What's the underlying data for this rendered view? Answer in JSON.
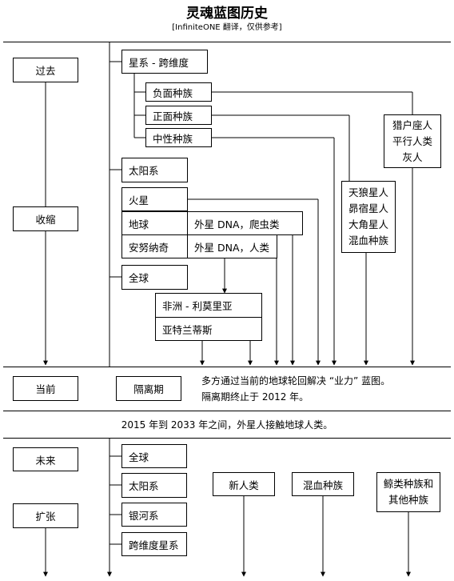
{
  "title": "灵魂蓝图历史",
  "subtitle": "[InfiniteONE 翻译，仅供参考]",
  "eras": {
    "past": "过去",
    "contraction": "收缩",
    "present": "当前",
    "future": "未来",
    "expansion": "扩张"
  },
  "past": {
    "star_system": "星系 - 跨维度",
    "negative_races": "负面种族",
    "positive_races": "正面种族",
    "neutral_races": "中性种族",
    "solar_system": "太阳系",
    "mars": "火星",
    "earth": "地球",
    "earth_note": "外星 DNA，爬虫类",
    "anunnaki": "安努纳奇",
    "anunnaki_note": "外星 DNA，人类",
    "global": "全球",
    "africa_lemuria": "非洲 - 利莫里亚",
    "atlantis": "亚特兰蒂斯",
    "group_orion": [
      "猎户座人",
      "平行人类",
      "灰人"
    ],
    "group_sirius": [
      "天狼星人",
      "昴宿星人",
      "大角星人",
      "混血种族"
    ]
  },
  "present": {
    "quarantine": "隔离期",
    "note_line1": "多方通过当前的地球轮回解决 “业力” 蓝图。",
    "note_line2": "隔离期终止于 2012 年。"
  },
  "contact_note": "2015 年到 2033 年之间，外星人接触地球人类。",
  "future": {
    "global": "全球",
    "solar_system": "太阳系",
    "galaxy": "银河系",
    "interdimensional_galaxy": "跨维度星系",
    "new_humans": "新人类",
    "hybrid_races": "混血种族",
    "cetacean_races": [
      "鲸类种族和",
      "其他种族"
    ]
  }
}
